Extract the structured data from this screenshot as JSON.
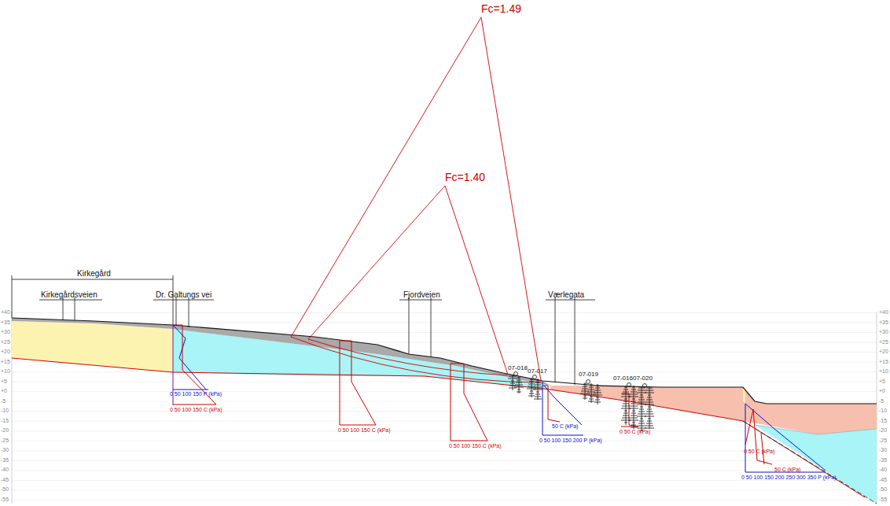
{
  "diagram": {
    "labels": [
      "Fc=1.49",
      "Fc=1.40",
      "Kirkegård",
      "Kirkegårdsveien",
      "Dr. Galtungs vei",
      "Fjordveien",
      "Værlegata",
      "07-018",
      "07-017",
      "07-019",
      "07-016",
      "07-020",
      "0 50 100 150 P (kPa)",
      "0 50 100 150 C (kPa)",
      "0 50 100 150 C (kPa)",
      "0 50 100 150 C (kPa)",
      "50 C (kPa)",
      "0 50 100 150 200 P (kPa)",
      "0 50 C (kPa)",
      "50 C (kPa)",
      "0 50 C (kPa)",
      "0 50 100 150 200 250 300 350 P (kPa)",
      "+40",
      "+35",
      "+30",
      "+25",
      "+20",
      "+15",
      "+10",
      "+5",
      "+0",
      "-5",
      "-10",
      "-15",
      "-20",
      "-25",
      "-30",
      "-35",
      "-40",
      "-45",
      "-50",
      "-55",
      "+40",
      "+35",
      "+30",
      "+25",
      "+20",
      "+15",
      "+10",
      "+5",
      "+0",
      "-5",
      "-10",
      "-15",
      "-20",
      "-25",
      "-30",
      "-35",
      "-40",
      "-45",
      "-50",
      "-55"
    ]
  }
}
